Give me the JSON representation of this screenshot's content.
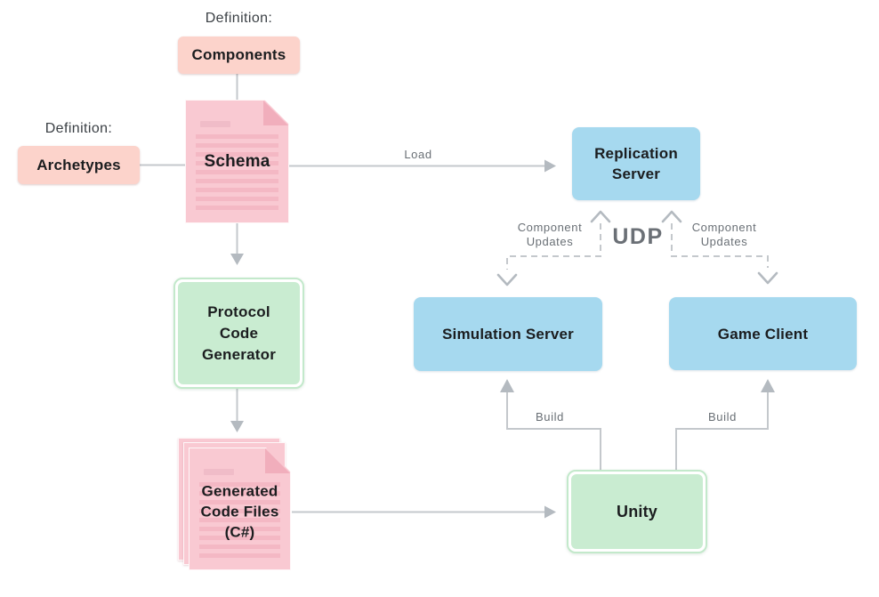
{
  "diagram": {
    "definitions": {
      "components": {
        "caption": "Definition:",
        "label": "Components"
      },
      "archetypes": {
        "caption": "Definition:",
        "label": "Archetypes"
      }
    },
    "nodes": {
      "schema": "Schema",
      "replication_server": "Replication Server",
      "simulation_server": "Simulation Server",
      "game_client": "Game Client",
      "protocol_code_generator": "Protocol Code Generator",
      "generated_code_files": "Generated Code Files (C#)",
      "unity": "Unity"
    },
    "edge_labels": {
      "load": "Load",
      "udp": "UDP",
      "component_updates_left": "Component Updates",
      "component_updates_right": "Component Updates",
      "build_left": "Build",
      "build_right": "Build"
    },
    "colors": {
      "pink_tag": "#fcd3cb",
      "pink_document": "#f9c9d2",
      "pink_document_stripe": "#f4b8c4",
      "pink_document_fold": "#f1aebc",
      "blue_node": "#a6d9ef",
      "green_node_fill": "#c9ecd1",
      "green_node_ring": "#c3e9cb",
      "connector_gray": "#c4c8cc",
      "arrowhead_gray": "#b4bac0",
      "edge_label_gray": "#696f75",
      "udp_gray": "#6b7076",
      "text_dark": "#1b1d1f"
    }
  }
}
